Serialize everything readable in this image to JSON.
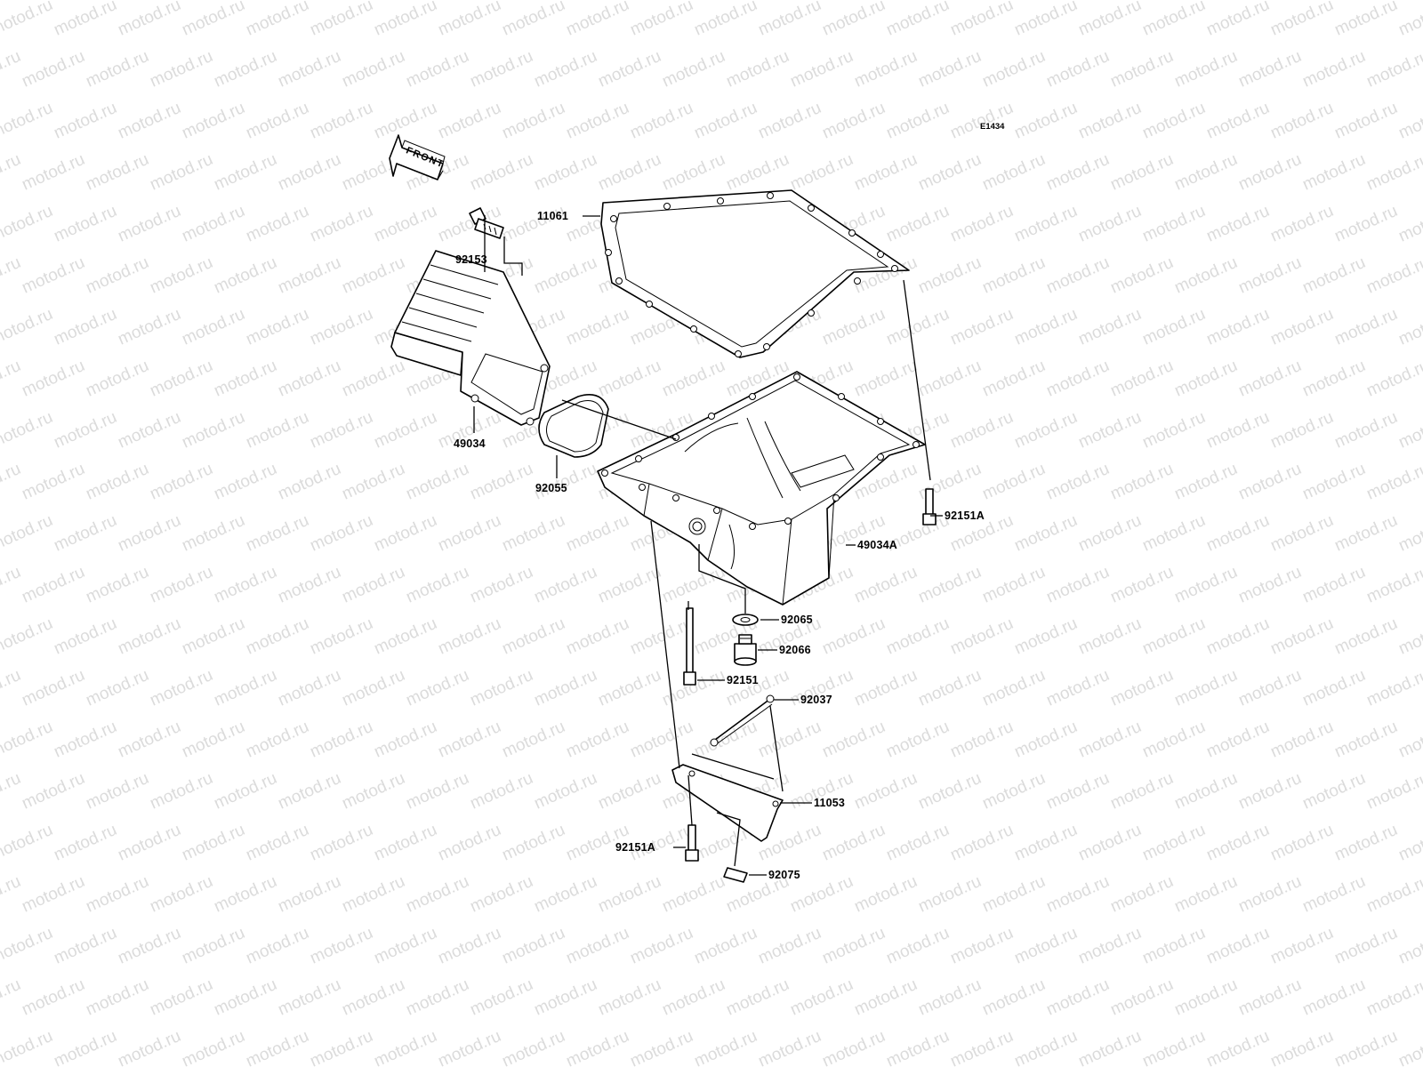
{
  "figure_id": "E1434",
  "front_arrow_label": "FRONT",
  "watermark_text": "motod.ru",
  "parts": [
    {
      "id": "p92153",
      "number": "92153"
    },
    {
      "id": "p11061",
      "number": "11061"
    },
    {
      "id": "p49034",
      "number": "49034"
    },
    {
      "id": "p92055",
      "number": "92055"
    },
    {
      "id": "p92151A_top",
      "number": "92151A"
    },
    {
      "id": "p49034A",
      "number": "49034A"
    },
    {
      "id": "p92065",
      "number": "92065"
    },
    {
      "id": "p92066",
      "number": "92066"
    },
    {
      "id": "p92151",
      "number": "92151"
    },
    {
      "id": "p92037",
      "number": "92037"
    },
    {
      "id": "p11053",
      "number": "11053"
    },
    {
      "id": "p92151A_bottom",
      "number": "92151A"
    },
    {
      "id": "p92075",
      "number": "92075"
    }
  ],
  "colors": {
    "line": "#000000",
    "watermark": "#bdbdbd",
    "background": "#ffffff"
  }
}
